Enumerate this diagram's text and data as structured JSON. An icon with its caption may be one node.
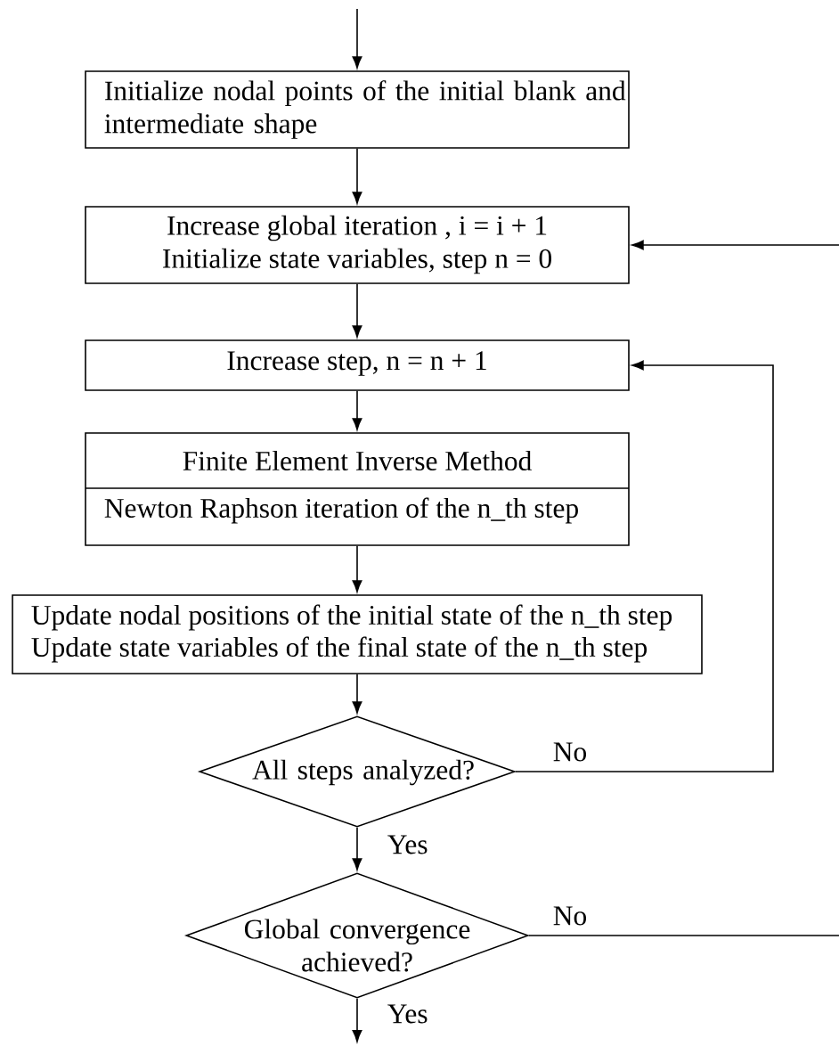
{
  "diagram": {
    "nodes": [
      {
        "text": [
          "Initialize nodal points of the initial blank and intermediate shape"
        ]
      },
      {
        "text": [
          "Increase global iteration , i = i + 1",
          "Initialize state variables, step n = 0"
        ]
      },
      {
        "text": [
          "Increase step, n = n + 1"
        ]
      },
      {
        "text": [
          "Finite Element Inverse Method",
          "Newton Raphson iteration of the n_th step"
        ]
      },
      {
        "text": [
          "Update nodal positions of the initial state of the n_th step",
          "Update state variables of the final state of the n_th step"
        ]
      },
      {
        "text": [
          "All steps analyzed?"
        ]
      },
      {
        "text": [
          "Global convergence achieved?"
        ]
      }
    ],
    "edges": [
      {
        "from": null,
        "to": 0,
        "arrow": "to"
      },
      {
        "from": 0,
        "to": 1,
        "arrow": "to"
      },
      {
        "from": 1,
        "to": 2,
        "arrow": "to"
      },
      {
        "from": 2,
        "to": 3,
        "arrow": "to"
      },
      {
        "from": 3,
        "to": 4,
        "arrow": "to"
      },
      {
        "from": 4,
        "to": 5,
        "arrow": "to"
      },
      {
        "from": 5,
        "to": 6,
        "arrow": "to",
        "label": "Yes"
      },
      {
        "from": 5,
        "to": 2,
        "arrow": "to",
        "label": "No"
      },
      {
        "from": 6,
        "to": null,
        "arrow": "to",
        "label": "Yes"
      },
      {
        "from": 6,
        "to": null,
        "arrow": "none",
        "label": "No"
      },
      {
        "from": null,
        "to": 1,
        "arrow": "to"
      }
    ]
  }
}
